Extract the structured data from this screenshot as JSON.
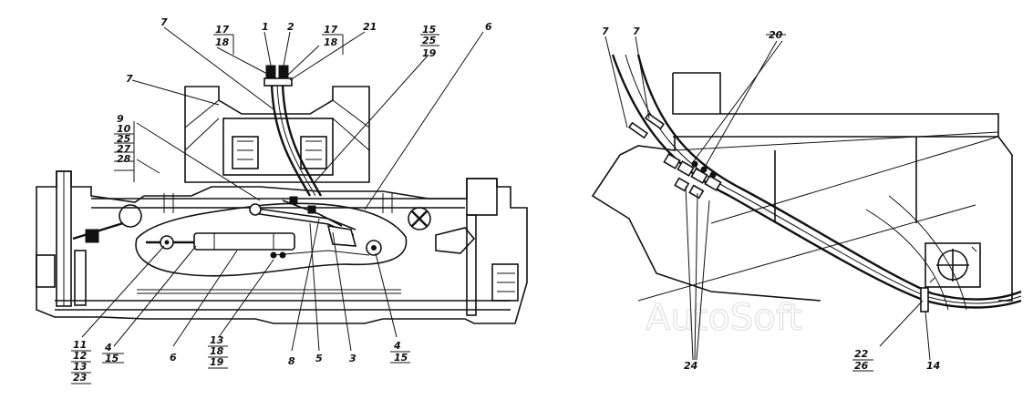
{
  "watermark": "AutoSoft",
  "left_view": {
    "labels": {
      "l7a": "7",
      "l17a": "17",
      "l18a": "18",
      "l1": "1",
      "l2": "2",
      "l17b": "17",
      "l18b": "18",
      "l21": "21",
      "l15": "15",
      "l25a": "25",
      "l19a": "19",
      "l6top": "6",
      "l7b": "7",
      "l9": "9",
      "l10": "10",
      "l25b": "25",
      "l27": "27",
      "l28": "28",
      "l11": "11",
      "l12": "12",
      "l13a": "13",
      "l23": "23",
      "l4a": "4",
      "l15b": "15",
      "l6b": "6",
      "l13b": "13",
      "l18c": "18",
      "l19b": "19",
      "l8": "8",
      "l5": "5",
      "l3": "3",
      "l4b": "4",
      "l15c": "15"
    }
  },
  "right_view": {
    "labels": {
      "r7a": "7",
      "r7b": "7",
      "r20": "20",
      "r24": "24",
      "r22": "22",
      "r26": "26",
      "r14": "14"
    }
  }
}
